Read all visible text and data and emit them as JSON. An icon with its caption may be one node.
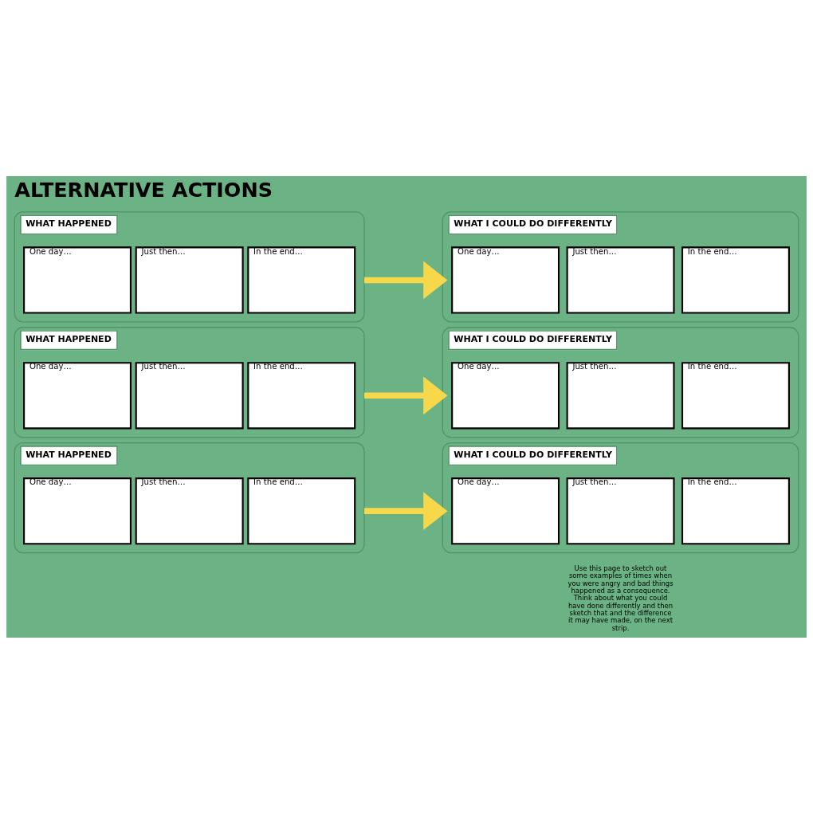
{
  "diagram": {
    "title": "ALTERNATIVE ACTIONS",
    "nodes": [
      {
        "text": [
          "WHAT HAPPENED"
        ]
      },
      {
        "text": [
          "One day…"
        ],
        "in": 0
      },
      {
        "text": [
          "Just then…"
        ],
        "in": 0
      },
      {
        "text": [
          "In the end…"
        ],
        "in": 0
      },
      {
        "text": [
          "WHAT I COULD DO DIFFERENTLY"
        ]
      },
      {
        "text": [
          "One day…"
        ],
        "in": 4
      },
      {
        "text": [
          "Just then…"
        ],
        "in": 4
      },
      {
        "text": [
          "In the end…"
        ],
        "in": 4
      },
      {
        "text": [
          "WHAT HAPPENED"
        ]
      },
      {
        "text": [
          "One day…"
        ],
        "in": 8
      },
      {
        "text": [
          "Just then…"
        ],
        "in": 8
      },
      {
        "text": [
          "In the end…"
        ],
        "in": 8
      },
      {
        "text": [
          "WHAT I COULD DO DIFFERENTLY"
        ]
      },
      {
        "text": [
          "One day…"
        ],
        "in": 12
      },
      {
        "text": [
          "Just then…"
        ],
        "in": 12
      },
      {
        "text": [
          "In the end…"
        ],
        "in": 12
      },
      {
        "text": [
          "WHAT HAPPENED"
        ]
      },
      {
        "text": [
          "One day…"
        ],
        "in": 16
      },
      {
        "text": [
          "Just then…"
        ],
        "in": 16
      },
      {
        "text": [
          "In the end…"
        ],
        "in": 16
      },
      {
        "text": [
          "WHAT I COULD DO DIFFERENTLY"
        ]
      },
      {
        "text": [
          "One day…"
        ],
        "in": 20
      },
      {
        "text": [
          "Just then…"
        ],
        "in": 20
      },
      {
        "text": [
          "In the end…"
        ],
        "in": 20
      }
    ],
    "edges": [
      {
        "from": 0,
        "to": 4,
        "arrow": "to"
      },
      {
        "from": 8,
        "to": 12,
        "arrow": "to"
      },
      {
        "from": 16,
        "to": 20,
        "arrow": "to"
      }
    ],
    "labels": [
      "Use this page to sketch out some examples of times when you were angry and bad things happened as a consequence. Think about what you could have done differently and then sketch that and the difference it may have made, on the next strip."
    ]
  }
}
